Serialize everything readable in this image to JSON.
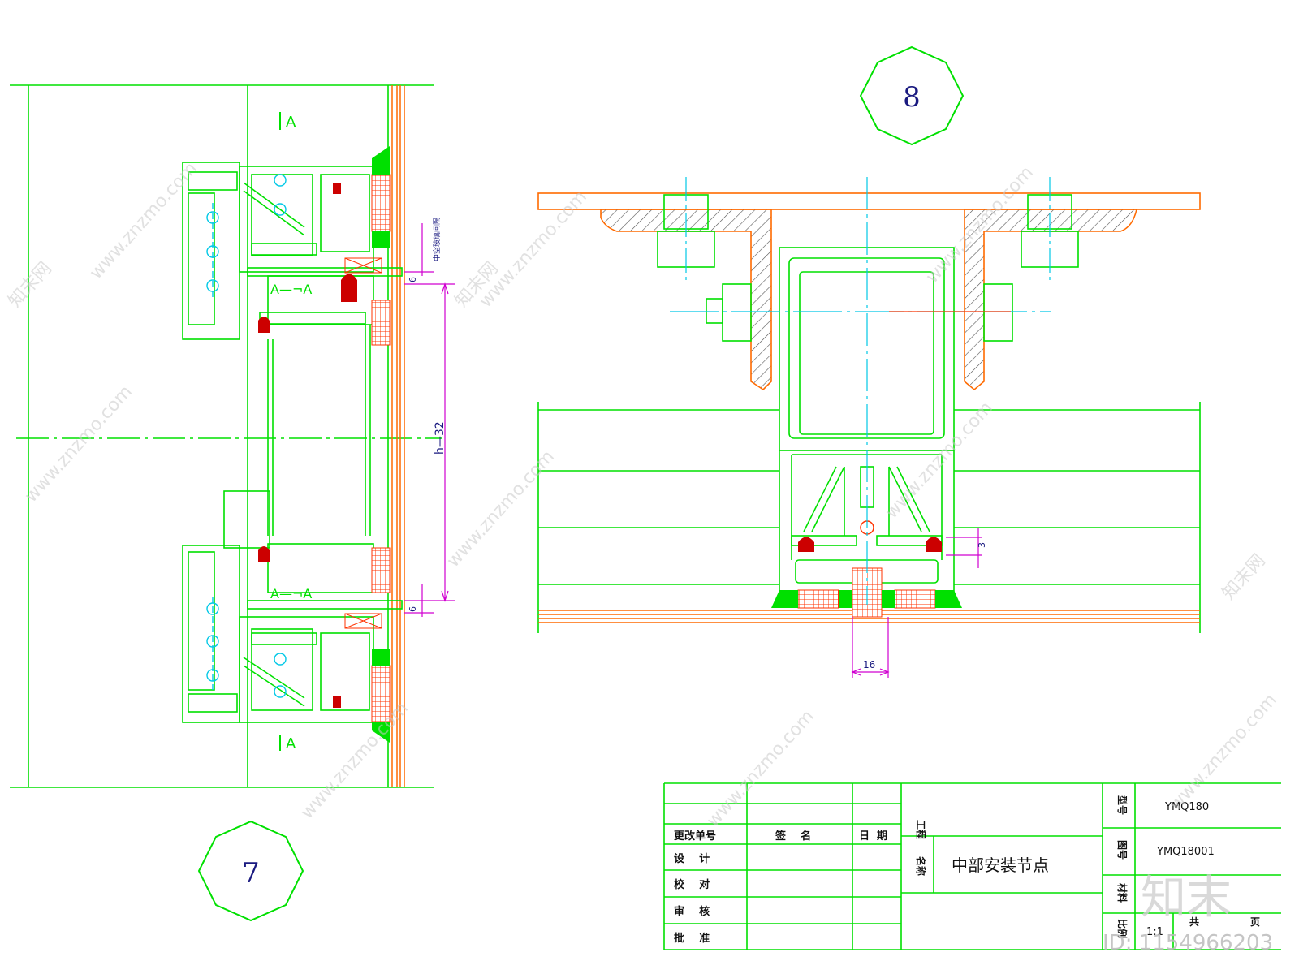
{
  "details": {
    "left_number": "7",
    "right_number": "8"
  },
  "section_marks": {
    "top": "A",
    "bottom": "A",
    "mid_upper": "A—¬A",
    "mid_lower": "A—¬A"
  },
  "dimensions": {
    "gap_top": "6",
    "gap_bottom": "6",
    "span": "h—32",
    "side_note": "中空玻璃间隔",
    "joint_width": "16",
    "clearance": "3"
  },
  "title_block": {
    "change_no": "更改单号",
    "signature": "签    名",
    "date": "日  期",
    "design": "设    计",
    "check": "校    对",
    "review": "审    核",
    "approve": "批    准",
    "project_label": "工程",
    "name_label": "名称",
    "drawing_name": "中部安装节点",
    "model_label": "型号",
    "model_value": "YMQ180",
    "drawing_no_label": "图号",
    "drawing_no_value": "YMQ18001",
    "material_label": "材料",
    "scale_label": "比例",
    "scale_value": "1:1",
    "total_label": "共",
    "page_label": "页"
  },
  "watermark": {
    "site": "www.znzmo.com",
    "brand": "知末网",
    "logo": "知末",
    "id_text": "ID: 1154966203"
  },
  "colors": {
    "line": "#00e000",
    "accent": "#ff3300",
    "center": "#00c8e6",
    "dimension": "#d000d0",
    "gasket": "#cc0000",
    "orange": "#ff6a00",
    "text": "#1a1a80"
  }
}
